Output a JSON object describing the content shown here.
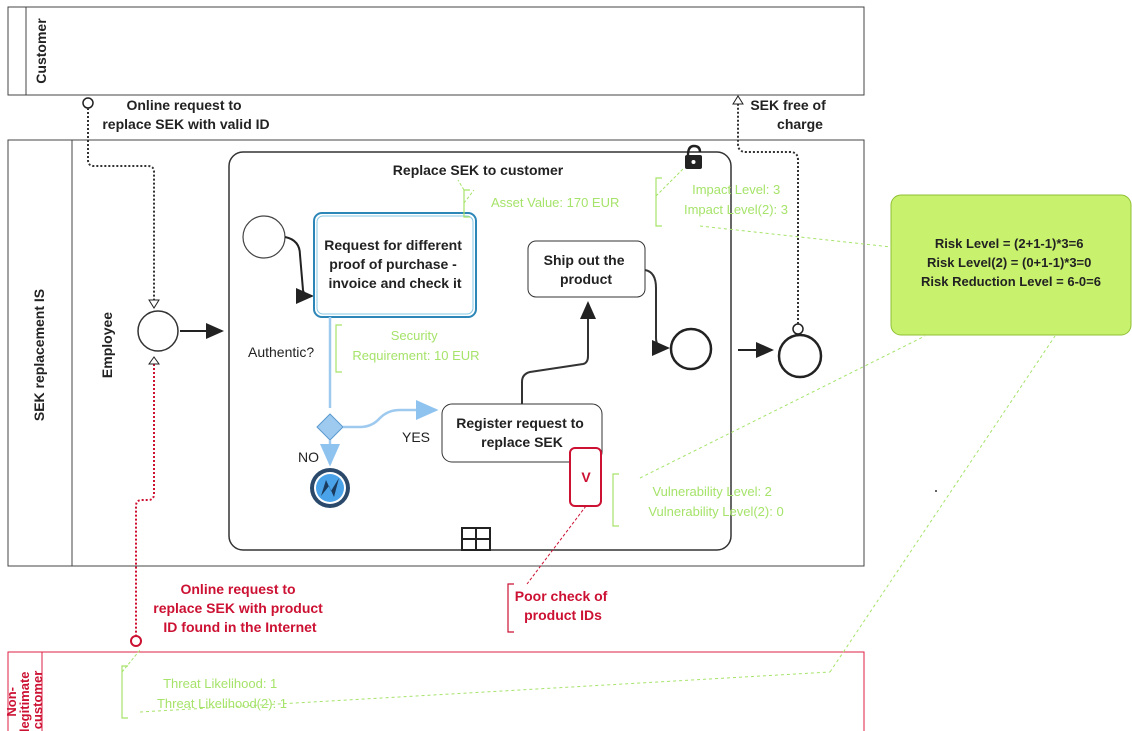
{
  "pools": {
    "customer_label": "Customer",
    "system_label": "SEK replacement IS",
    "employee_label": "Employee",
    "nonlegit_label_lines": [
      "Non-",
      "legitimate",
      "customer"
    ]
  },
  "messages": {
    "request_lines": [
      "Online request to",
      "replace SEK with valid ID"
    ],
    "free_lines": [
      "SEK free of",
      "charge"
    ],
    "fraud_lines": [
      "Online request to",
      "replace SEK with product",
      "ID found in the Internet"
    ]
  },
  "subprocess": {
    "title": "Replace SEK to customer"
  },
  "tasks": {
    "check_lines": [
      "Request for different",
      "proof of purchase -",
      "invoice and check it"
    ],
    "register_lines": [
      "Register request to",
      "replace SEK"
    ],
    "ship_lines": [
      "Ship out the",
      "product"
    ]
  },
  "gateway": {
    "question": "Authentic?",
    "yes": "YES",
    "no": "NO"
  },
  "security_annotations": {
    "asset": "Asset Value: 170 EUR",
    "security_req_lines": [
      "Security",
      "Requirement: 10 EUR"
    ],
    "impact_lines": [
      "Impact Level: 3",
      "Impact Level(2): 3"
    ],
    "vulnerability_lines": [
      "Vulnerability Level: 2",
      "Vulnerability Level(2): 0"
    ],
    "threat_lines": [
      "Threat Likelihood: 1",
      "Threat Likelihood(2): 1"
    ],
    "vulnerability_marker": "V",
    "poor_check_lines": [
      "Poor check of",
      "product IDs"
    ]
  },
  "risk_box": {
    "lines": [
      "Risk Level = (2+1-1)*3=6",
      "Risk Level(2) = (0+1-1)*3=0",
      "Risk Reduction Level = 6-0=6"
    ]
  },
  "colors": {
    "annotation": "#a6e36a",
    "threat": "#cc1133",
    "risk_box": "#c8f26e",
    "gateway": "#9fcaf0",
    "task_border": "#2c86b8"
  }
}
